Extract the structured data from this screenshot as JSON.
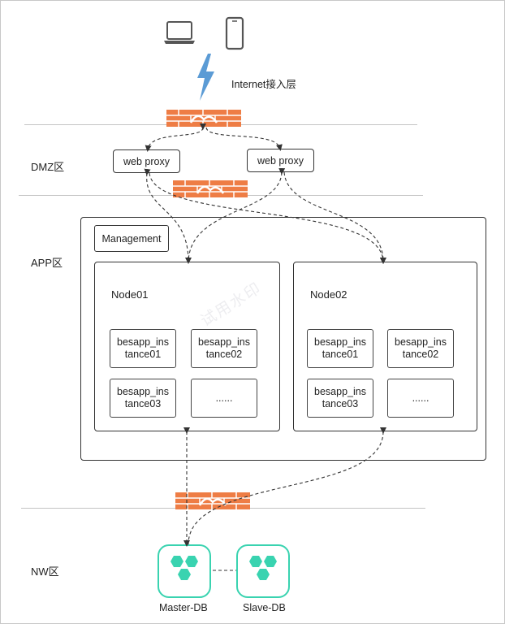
{
  "zones": {
    "dmz": "DMZ区",
    "app": "APP区",
    "nw": "NW区"
  },
  "internet_label": "Internet接入层",
  "proxies": [
    "web proxy",
    "web proxy"
  ],
  "management_label": "Management",
  "nodes": [
    {
      "name": "Node01",
      "instances": [
        {
          "line1": "besapp_ins",
          "line2": "tance01"
        },
        {
          "line1": "besapp_ins",
          "line2": "tance02"
        },
        {
          "line1": "besapp_ins",
          "line2": "tance03"
        },
        {
          "line1": "......",
          "line2": ""
        }
      ]
    },
    {
      "name": "Node02",
      "instances": [
        {
          "line1": "besapp_ins",
          "line2": "tance01"
        },
        {
          "line1": "besapp_ins",
          "line2": "tance02"
        },
        {
          "line1": "besapp_ins",
          "line2": "tance03"
        },
        {
          "line1": "......",
          "line2": ""
        }
      ]
    }
  ],
  "databases": [
    "Master-DB",
    "Slave-DB"
  ],
  "watermark": "试用水印",
  "icons": [
    "laptop-icon",
    "phone-icon",
    "lightning-icon",
    "firewall-icon",
    "database-icon"
  ],
  "colors": {
    "firewall": "#ee7d45",
    "db_accent": "#39d3b0",
    "lightning": "#5b9bd5",
    "zone_line": "#c4c4c4"
  }
}
